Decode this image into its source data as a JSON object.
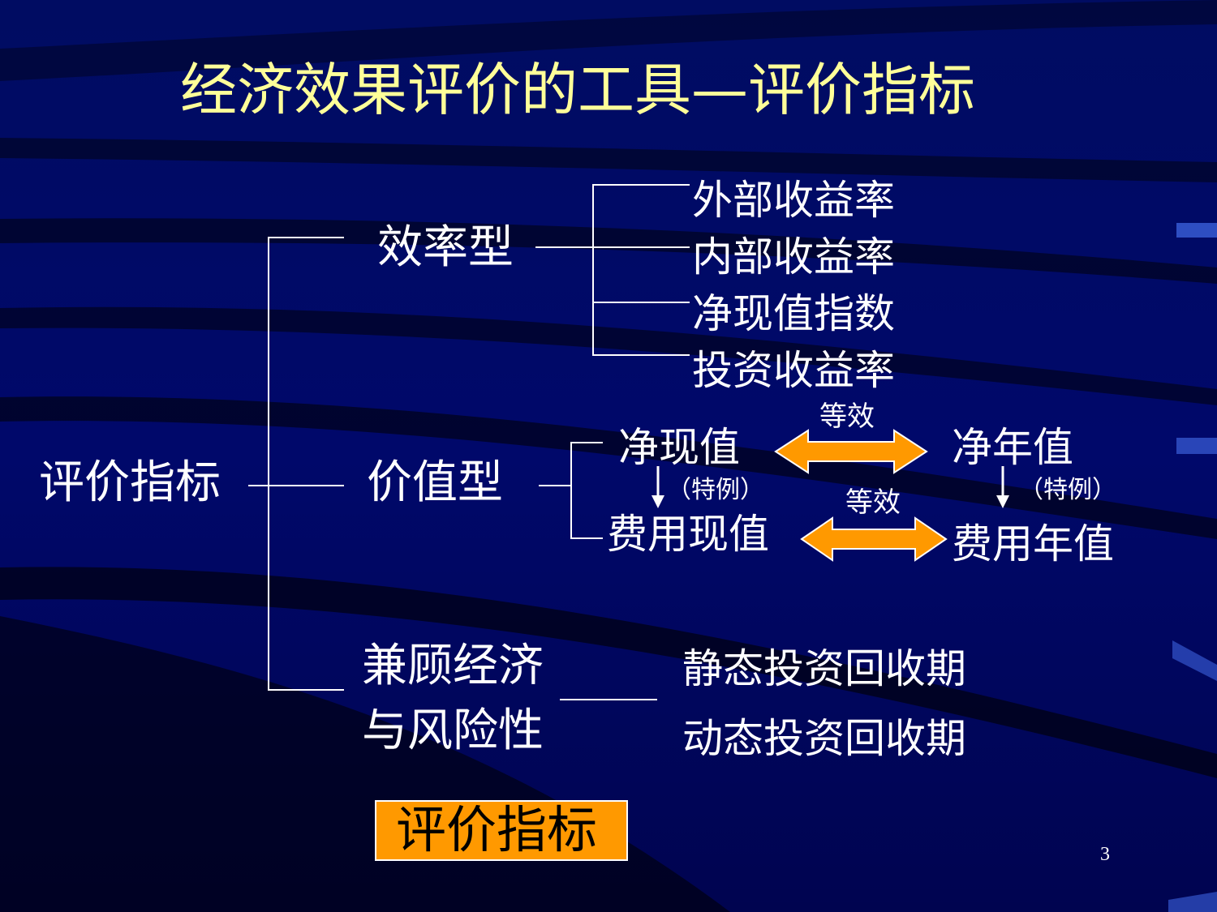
{
  "title": "经济效果评价的工具—评价指标",
  "root": "评价指标",
  "categories": {
    "efficiency": "效率型",
    "value": "价值型",
    "mixed_line1": "兼顾经济",
    "mixed_line2": "与风险性"
  },
  "efficiency_items": [
    "外部收益率",
    "内部收益率",
    "净现值指数",
    "投资收益率"
  ],
  "value_items": {
    "npv": "净现值",
    "nav": "净年值",
    "pcv": "费用现值",
    "acv": "费用年值",
    "equiv_top": "等效",
    "equiv_bottom": "等效",
    "special_left": "（特例）",
    "special_right": "（特例）"
  },
  "mixed_items": [
    "静态投资回收期",
    "动态投资回收期"
  ],
  "button_label": "评价指标",
  "page_number": "3",
  "colors": {
    "background": "#00006a",
    "title": "#ffff99",
    "accent": "#ff9900",
    "text": "#ffffff"
  },
  "icons": [
    "double-arrow-icon",
    "down-arrow-icon"
  ]
}
